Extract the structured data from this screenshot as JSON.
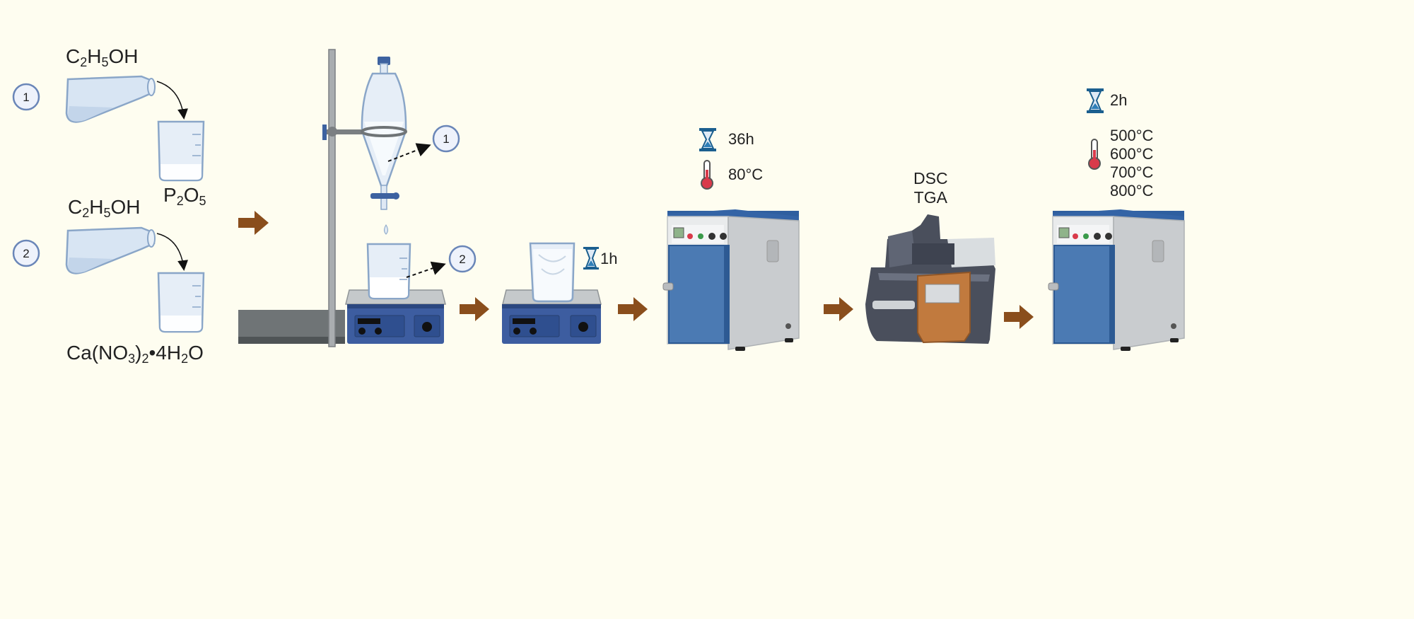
{
  "reagents": {
    "ethanol_1": {
      "pre": "C",
      "s1": "2",
      "mid": "H",
      "s2": "5",
      "post": "OH"
    },
    "p2o5": {
      "pre": "P",
      "s1": "2",
      "mid": "O",
      "s2": "5"
    },
    "ethanol_2": {
      "pre": "C",
      "s1": "2",
      "mid": "H",
      "s2": "5",
      "post": "OH"
    },
    "calcium_nitrate": {
      "pre": "Ca(NO",
      "s1": "3",
      "mid": ")",
      "s2": "2",
      "post": "•4H",
      "s3": "2",
      "post2": "O"
    }
  },
  "markers": {
    "one": "1",
    "two": "2"
  },
  "stir_time": "1h",
  "drying": {
    "time": "36h",
    "temp": "80°C"
  },
  "analysis": {
    "dsc": "DSC",
    "tga": "TGA"
  },
  "calcination": {
    "time": "2h",
    "temps": [
      "500°C",
      "600°C",
      "700°C",
      "800°C"
    ]
  },
  "colors": {
    "arrow": "#8a4e1c",
    "oven_blue": "#4b7ab3",
    "glass": "#bcd3ea",
    "background": "#fefdf0"
  }
}
